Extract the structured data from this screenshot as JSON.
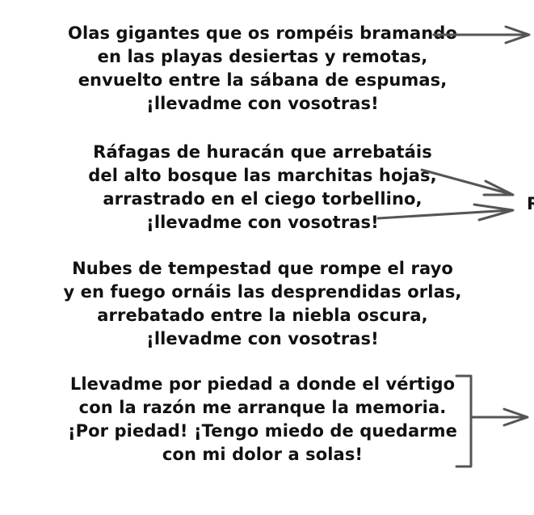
{
  "stanzas": [
    {
      "lines": [
        "Olas gigantes que os rompéis bramando",
        "en las playas desiertas y remotas,",
        "envuelto entre la sábana de espumas,",
        "¡llevadme con vosotras!"
      ]
    },
    {
      "lines": [
        "Ráfagas de huracán que arrebatáis",
        "del alto bosque las marchitas hojas,",
        "arrastrado en el ciego torbellino,",
        "¡llevadme con vosotras!"
      ]
    },
    {
      "lines": [
        "Nubes de tempestad que rompe el rayo",
        "y en fuego ornáis las desprendidas orlas,",
        "arrebatado entre la niebla oscura,",
        "¡llevadme con vosotras!"
      ]
    },
    {
      "lines": [
        "Llevadme por piedad a donde el vértigo",
        "con la razón me arranque la memoria.",
        "¡Por piedad! ¡Tengo miedo de quedarme",
        "con mi dolor a solas!"
      ]
    }
  ],
  "annotations": {
    "side_label": "R"
  },
  "colors": {
    "text": "#111111",
    "arrow": "#555555",
    "background": "#ffffff"
  }
}
